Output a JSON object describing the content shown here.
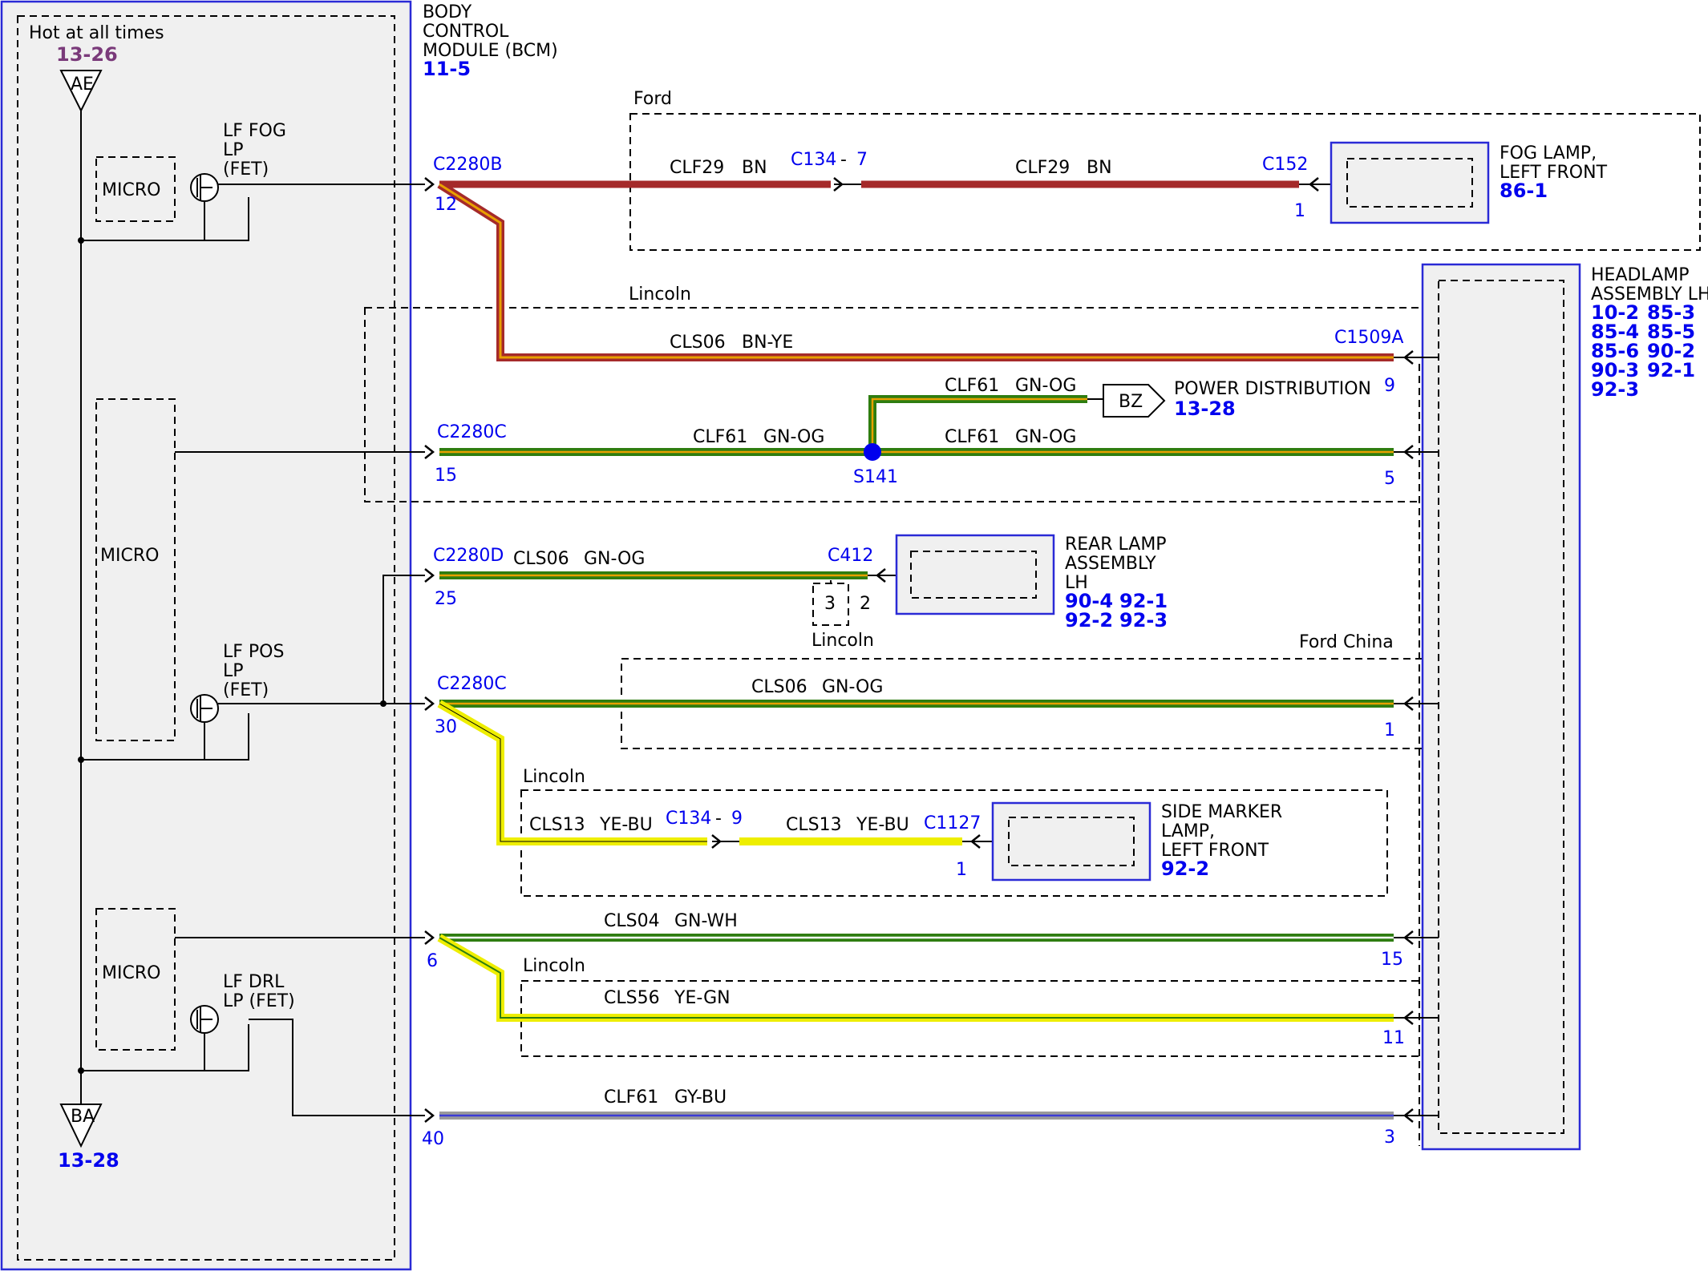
{
  "colors": {
    "BN": "#a52a2a",
    "BN-YE": "#e8a000",
    "GN": "#2e7d10",
    "YE": "#eeee00",
    "GY": "#9a9a9a",
    "BU": "#3b3bd6",
    "ref_blue": "#0000ee",
    "ref_purple": "#7a3a7a"
  },
  "bcm": {
    "title": [
      "BODY",
      "CONTROL",
      "MODULE (BCM)"
    ],
    "ref": "11-5",
    "hot_label": "Hot at all times",
    "hot_ref": "13-26",
    "ae": "AE",
    "ba": "BA",
    "ba_ref": "13-28",
    "micro": "MICRO",
    "fog_fet": [
      "LF FOG",
      "LP",
      "(FET)"
    ],
    "pos_fet": [
      "LF POS",
      "LP",
      "(FET)"
    ],
    "drl_fet": [
      "LF DRL",
      "LP (FET)"
    ]
  },
  "variants": {
    "ford": "Ford",
    "lincoln_1": "Lincoln",
    "lincoln_2": "Lincoln",
    "lincoln_3": "Lincoln",
    "lincoln_4": "Lincoln",
    "ford_china": "Ford China"
  },
  "connectors": {
    "c2280b": "C2280B",
    "c2280b_pin": "12",
    "c134_7": "C134",
    "c134_7_pin": "7",
    "dash": "-",
    "c152": "C152",
    "c152_pin": "1",
    "c1509a": "C1509A",
    "c1509a_pin": "9",
    "c2280c_1": "C2280C",
    "c2280c_1_pin": "15",
    "s141": "S141",
    "hl_pin_5": "5",
    "c2280d": "C2280D",
    "c2280d_pin": "25",
    "c412": "C412",
    "c412_pin": "2",
    "c412_alt_pin": "3",
    "c2280c_2": "C2280C",
    "c2280c_2_pin": "30",
    "hl_pin_1": "1",
    "c134_9": "C134",
    "c134_9_pin": "9",
    "c1127": "C1127",
    "c1127_pin": "1",
    "bcm_pin_6": "6",
    "hl_pin_15": "15",
    "hl_pin_11": "11",
    "bcm_pin_40": "40",
    "hl_pin_3": "3"
  },
  "wires": {
    "w1a": [
      "CLF29",
      "BN"
    ],
    "w1b": [
      "CLF29",
      "BN"
    ],
    "w2": [
      "CLS06",
      "BN-YE"
    ],
    "w3a": [
      "CLF61",
      "GN-OG"
    ],
    "w3b": [
      "CLF61",
      "GN-OG"
    ],
    "w3c": [
      "CLF61",
      "GN-OG"
    ],
    "w4": [
      "CLS06",
      "GN-OG"
    ],
    "w5": [
      "CLS06",
      "GN-OG"
    ],
    "w6a": [
      "CLS13",
      "YE-BU"
    ],
    "w6b": [
      "CLS13",
      "YE-BU"
    ],
    "w7": [
      "CLS04",
      "GN-WH"
    ],
    "w8": [
      "CLS56",
      "YE-GN"
    ],
    "w9": [
      "CLF61",
      "GY-BU"
    ]
  },
  "components": {
    "fog": {
      "name": [
        "FOG LAMP,",
        "LEFT FRONT"
      ],
      "ref": "86-1"
    },
    "power_dist": {
      "tag": "BZ",
      "name": "POWER DISTRIBUTION",
      "ref": "13-28"
    },
    "rear": {
      "name": [
        "REAR LAMP",
        "ASSEMBLY",
        "LH"
      ],
      "refs": [
        [
          "90-4",
          "92-1"
        ],
        [
          "92-2",
          "92-3"
        ]
      ]
    },
    "side_marker": {
      "name": [
        "SIDE MARKER",
        "LAMP,",
        "LEFT FRONT"
      ],
      "ref": "92-2"
    },
    "headlamp": {
      "name": [
        "HEADLAMP",
        "ASSEMBLY LH"
      ],
      "refs": [
        [
          "10-2",
          "85-3"
        ],
        [
          "85-4",
          "85-5"
        ],
        [
          "85-6",
          "90-2"
        ],
        [
          "90-3",
          "92-1"
        ],
        [
          "92-3"
        ]
      ]
    }
  }
}
